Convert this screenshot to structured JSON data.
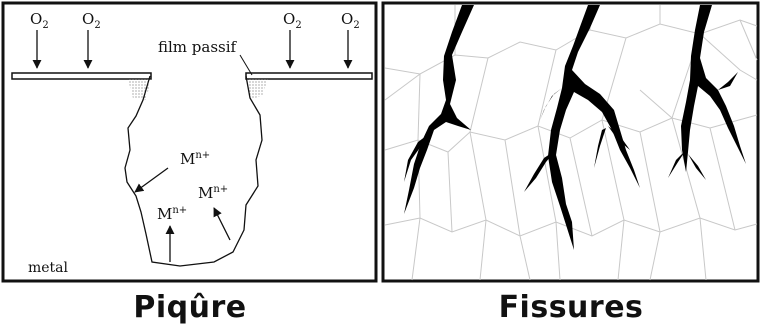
{
  "pitting": {
    "oxygen_labels": [
      "O2",
      "O2",
      "O2",
      "O2"
    ],
    "film_label": "film passif",
    "metal_label": "metal",
    "ion_labels": [
      "Mn+",
      "Mn+",
      "Mn+"
    ],
    "caption": "Piqûre"
  },
  "cracks": {
    "caption": "Fissures"
  },
  "colors": {
    "ink": "#111111",
    "grain_boundary": "#c8c8c8",
    "film_dots": "#888888"
  }
}
